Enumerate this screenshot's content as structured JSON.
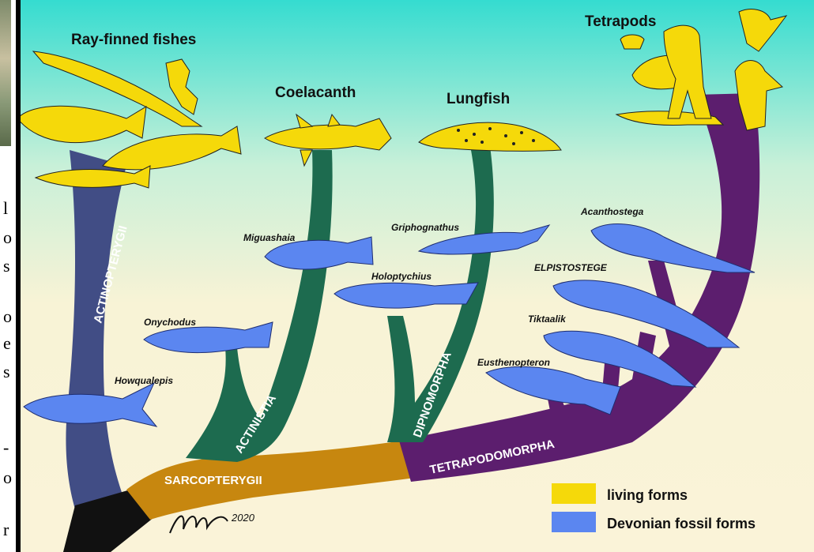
{
  "left_strip_chars": [
    "l",
    "o",
    "s",
    "o",
    "e",
    "s",
    "-",
    "o",
    "r"
  ],
  "groups": {
    "ray_finned": "Ray-finned fishes",
    "coelacanth": "Coelacanth",
    "lungfish": "Lungfish",
    "tetrapods": "Tetrapods"
  },
  "clades": {
    "actinopterygii": "ACTINOPTERYGII",
    "actinistia": "ACTINISTIA",
    "dipnomorpha": "DIPNOMORPHA",
    "sarcopterygii": "SARCOPTERYGII",
    "tetrapodomorpha": "TETRAPODOMORPHA"
  },
  "fossils": {
    "howqualepis": "Howqualepis",
    "onychodus": "Onychodus",
    "miguashaia": "Miguashaia",
    "holoptychius": "Holoptychius",
    "griphognathus": "Griphognathus",
    "acanthostega": "Acanthostega",
    "elpistostege": "ELPISTOSTEGE",
    "tiktaalik": "Tiktaalik",
    "eusthenopteron": "Eusthenopteron"
  },
  "legend": {
    "living": "living forms",
    "fossil": "Devonian fossil forms"
  },
  "colors": {
    "living": "#f5d90a",
    "fossil": "#5b86f0",
    "actinopterygii": "#414d85",
    "actinistia": "#1d6b4f",
    "sarcopterygii": "#c7870f",
    "tetrapodomorpha": "#5c1e6e",
    "root": "#111111"
  },
  "signature": "2020"
}
